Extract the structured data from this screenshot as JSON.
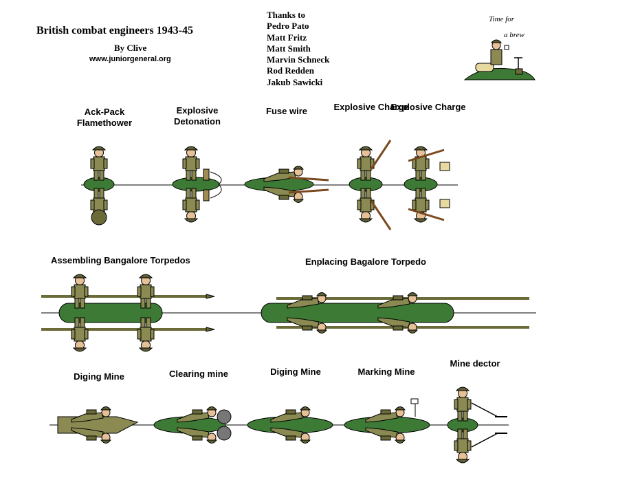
{
  "header": {
    "title": "British combat engineers 1943-45",
    "byline": "By Clive",
    "url": "www.juniorgeneral.org"
  },
  "thanks": {
    "heading": "Thanks to",
    "names": [
      "Pedro Pato",
      "Matt Fritz",
      "Matt Smith",
      "Marvin Schneck",
      "Rod Redden",
      "Jakub Sawicki"
    ]
  },
  "tea_break": {
    "caption_line1": "Time for",
    "caption_line2": "a brew"
  },
  "row1_labels": {
    "flamethrower": "Ack-Pack Flamethower",
    "detonation": "Explosive Detonation",
    "fuse": "Fuse wire",
    "charge1": "Explosive Charge",
    "charge2": "Explosive Charge"
  },
  "row2_labels": {
    "assembling": "Assembling Bangalore Torpedos",
    "enplacing": "Enplacing Bagalore Torpedo"
  },
  "row3_labels": {
    "diging1": "Diging Mine",
    "clearing": "Clearing mine",
    "diging2": "Diging Mine",
    "marking": "Marking Mine",
    "detector": "Mine dector"
  },
  "colors": {
    "base_green": "#3d7a35",
    "uniform_khaki": "#8a8a52",
    "uniform_dark": "#5f5f35",
    "skin": "#e6c096",
    "wood": "#7a4a1e",
    "pole": "#6b6b3a"
  }
}
